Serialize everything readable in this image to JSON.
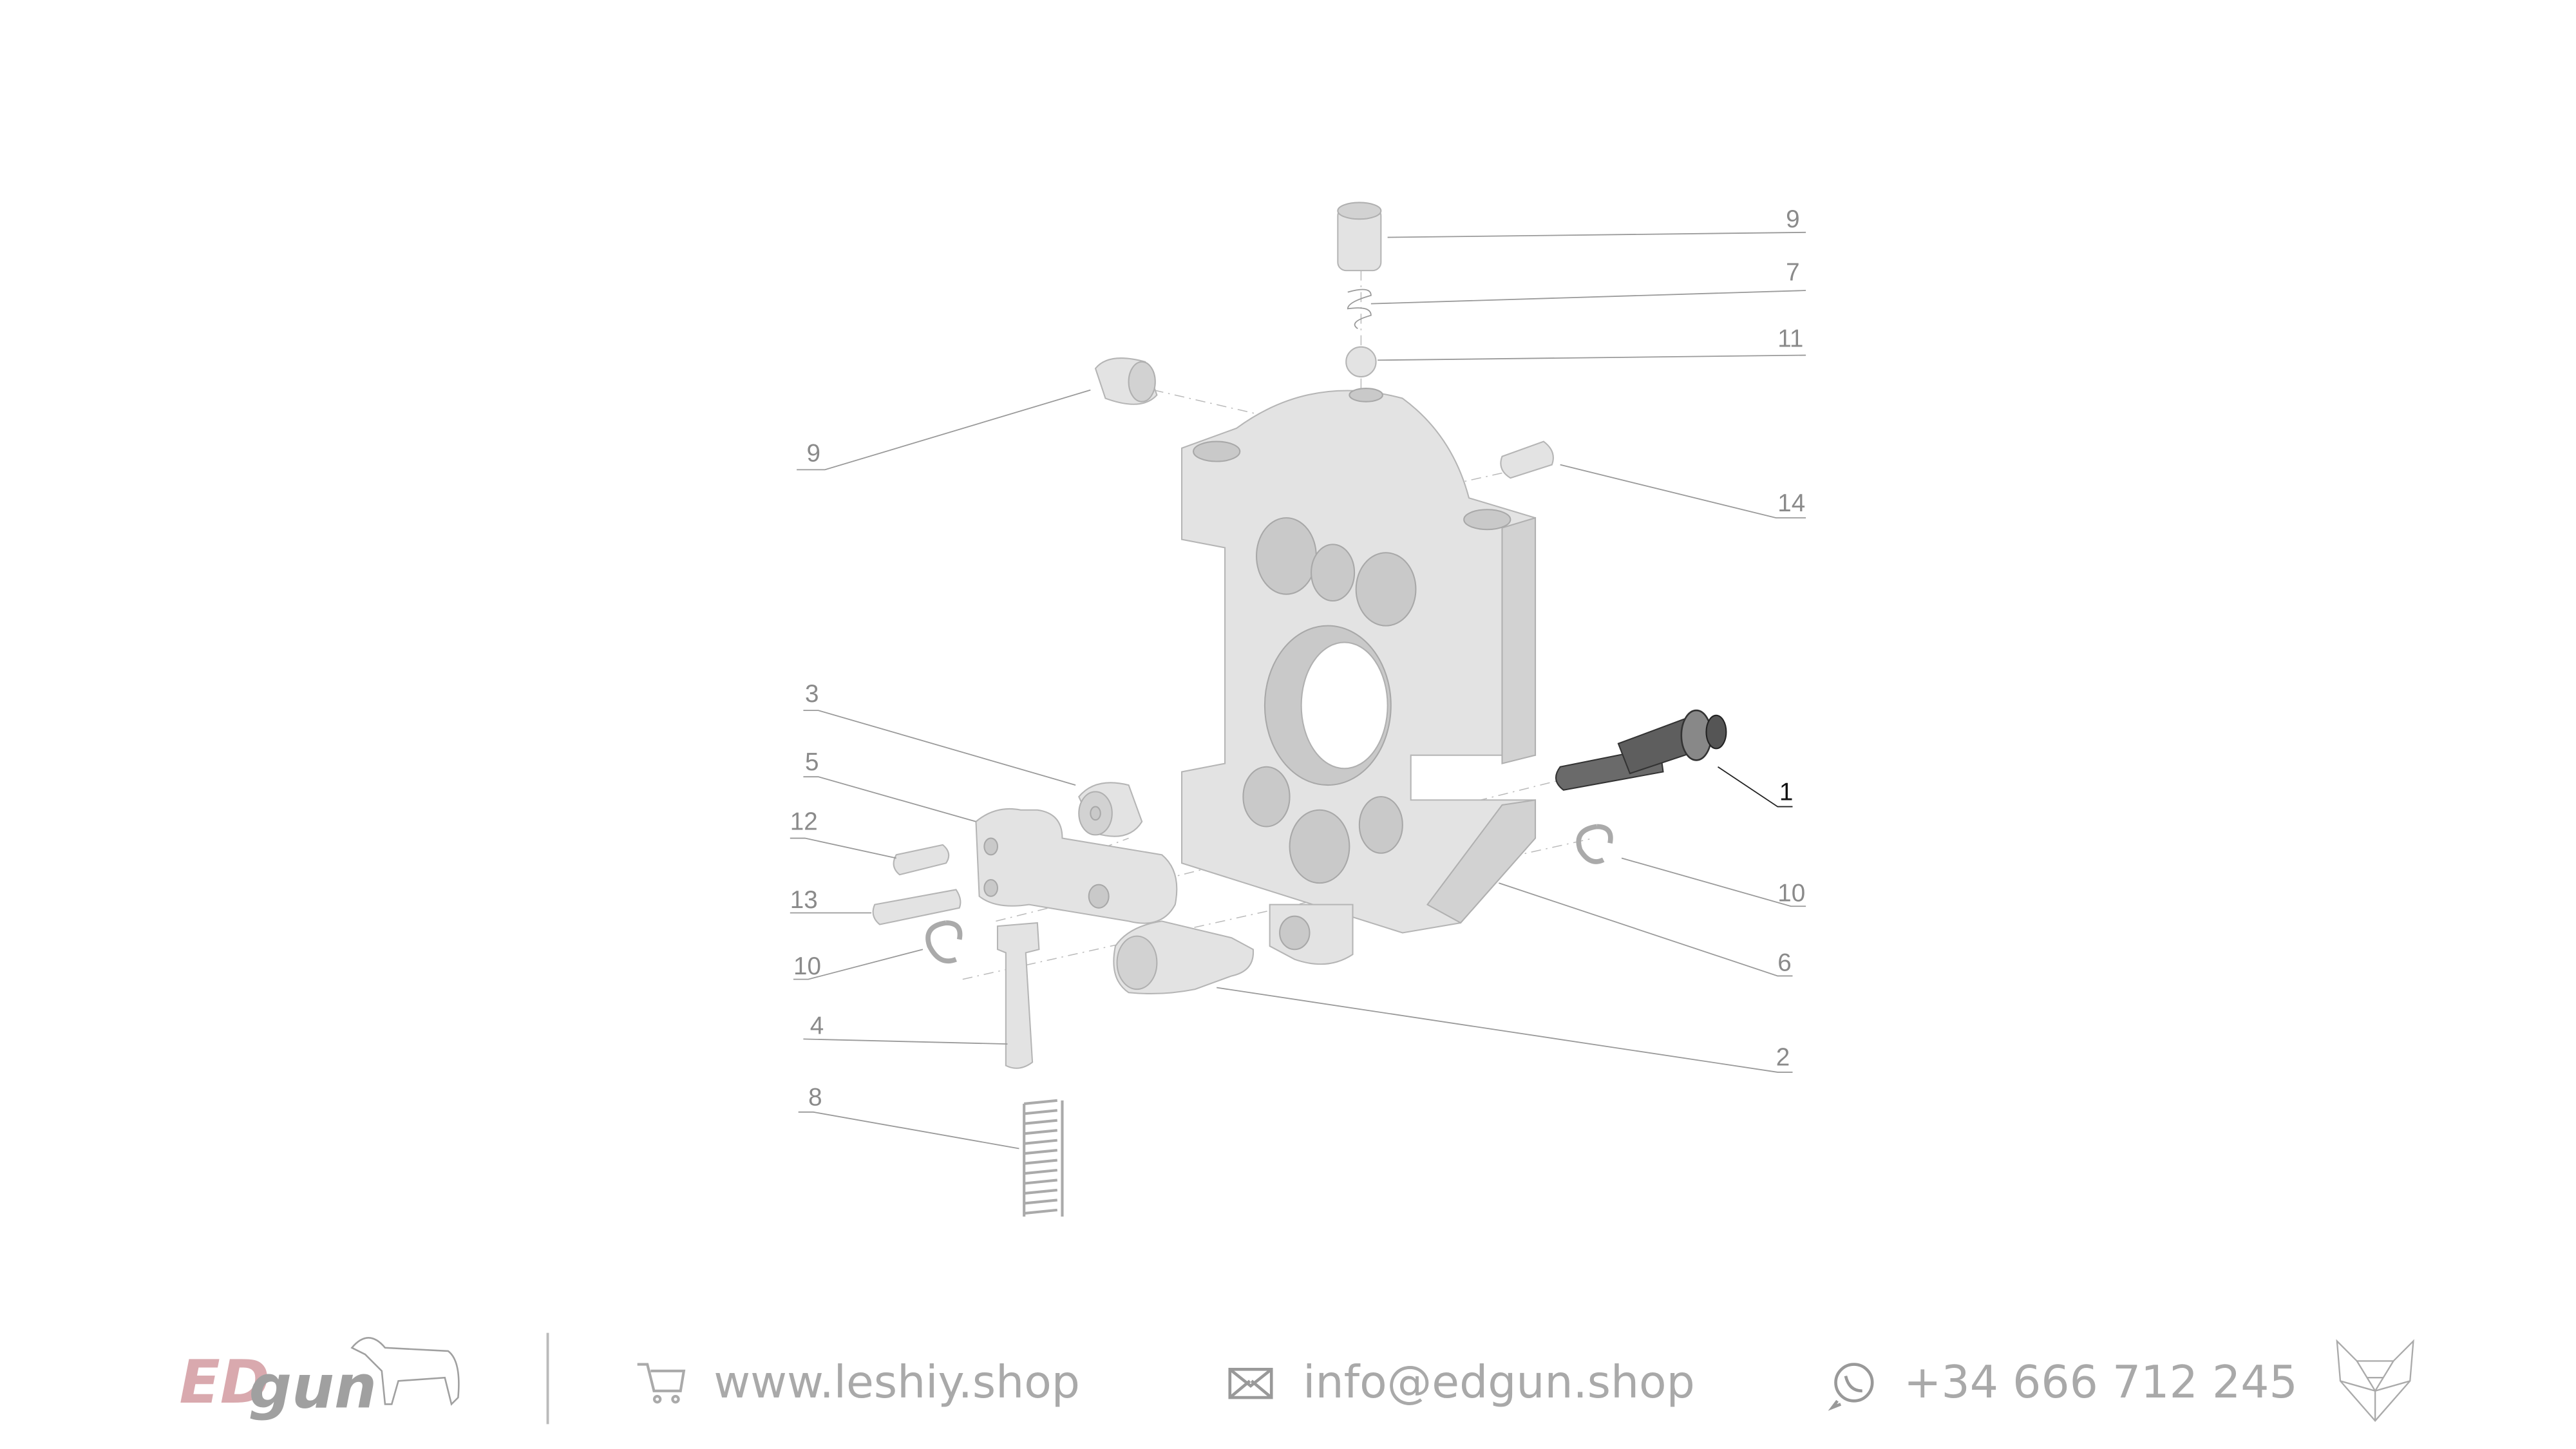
{
  "diagram": {
    "callouts": [
      {
        "id": "callout-9-top",
        "label": "9"
      },
      {
        "id": "callout-7",
        "label": "7"
      },
      {
        "id": "callout-11",
        "label": "11"
      },
      {
        "id": "callout-9-left",
        "label": "9"
      },
      {
        "id": "callout-14",
        "label": "14"
      },
      {
        "id": "callout-3",
        "label": "3"
      },
      {
        "id": "callout-5",
        "label": "5"
      },
      {
        "id": "callout-12",
        "label": "12"
      },
      {
        "id": "callout-13",
        "label": "13"
      },
      {
        "id": "callout-10-left",
        "label": "10"
      },
      {
        "id": "callout-4",
        "label": "4"
      },
      {
        "id": "callout-8",
        "label": "8"
      },
      {
        "id": "callout-1",
        "label": "1"
      },
      {
        "id": "callout-10-right",
        "label": "10"
      },
      {
        "id": "callout-6",
        "label": "6"
      },
      {
        "id": "callout-2",
        "label": "2"
      }
    ],
    "colors": {
      "part": "#e3e3e3",
      "highlight_part": "#6a6a6a",
      "callout_text": "#8a8a8a",
      "logo_accent": "#d9a9ae"
    }
  },
  "footer": {
    "brand_logo": "EDgun",
    "website": "www.leshiy.shop",
    "email": "info@edgun.shop",
    "phone": "+34 666 712 245",
    "icons": {
      "website": "cart-icon",
      "email": "envelope-icon",
      "phone": "whatsapp-icon",
      "brand_mark": "fox-icon"
    }
  }
}
